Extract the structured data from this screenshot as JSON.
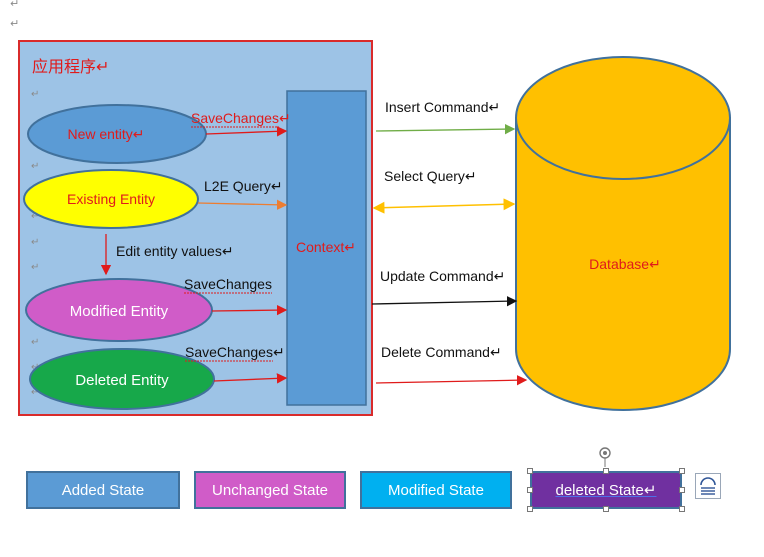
{
  "paragraph_mark": "↵",
  "app_box": {
    "title": "应用程序↵"
  },
  "entities": {
    "new": "New entity↵",
    "existing": "Existing Entity",
    "modified": "Modified Entity",
    "deleted": "Deleted Entity"
  },
  "context_label": "Context↵",
  "database_label": "Database↵",
  "arrow_labels": {
    "save_changes_1": "SaveChanges↵",
    "l2e_query": "L2E Query↵",
    "edit_values": "Edit entity values↵",
    "save_changes_2": "SaveChanges",
    "save_changes_3": "SaveChanges↵",
    "insert_command": "Insert Command↵",
    "select_query": "Select Query↵",
    "update_command": "Update Command↵",
    "delete_command": "Delete Command↵"
  },
  "legend": {
    "added": "Added State",
    "unchanged": "Unchanged State",
    "modified": "Modified State",
    "deleted": "deleted State↵"
  },
  "colors": {
    "app_fill": "#9dc3e6",
    "app_border": "#d92b2b",
    "blue_box": "#5b9bd5",
    "yellow": "#ffff00",
    "magenta": "#d05cc8",
    "green": "#17a84a",
    "database": "#ffc000",
    "cyan": "#00b0f0",
    "purple": "#7030a0",
    "red_text": "#e01b1b"
  },
  "icons": [
    "rotate-handle-icon",
    "layout-options-icon"
  ]
}
